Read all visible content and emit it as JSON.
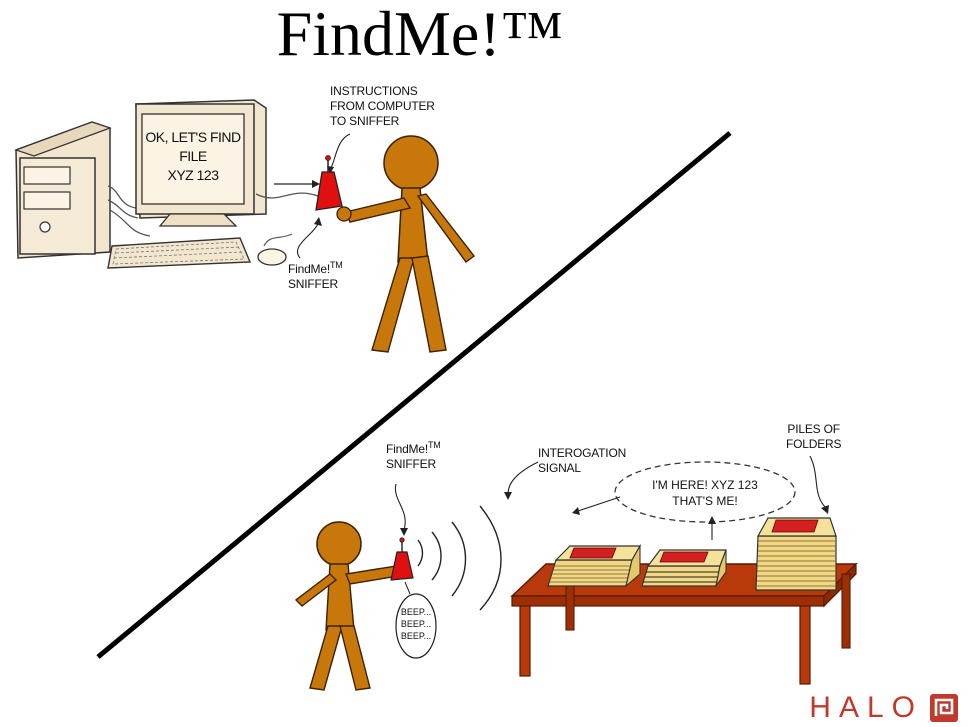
{
  "title": "FindMe!™",
  "colors": {
    "figure": "#c8780a",
    "figure_outline": "#3a2200",
    "sniffer": "#e01010",
    "table": "#b83a0a",
    "folder": "#f2d884",
    "folder_band": "#d42020",
    "monitor": "#f3e6cf",
    "logo": "#c0392b"
  },
  "top_panel": {
    "screen_line1": "OK, LET'S FIND",
    "screen_line2": "FILE",
    "screen_line3": "XYZ 123",
    "instructions_line1": "INSTRUCTIONS",
    "instructions_line2": "FROM COMPUTER",
    "instructions_line3": "TO SNIFFER",
    "sniffer_label_line1": "FindMe!",
    "sniffer_label_tm": "TM",
    "sniffer_label_line2": "SNIFFER"
  },
  "bottom_panel": {
    "sniffer_label_line1": "FindMe!",
    "sniffer_label_tm": "TM",
    "sniffer_label_line2": "SNIFFER",
    "signal_line1": "INTEROGATION",
    "signal_line2": "SIGNAL",
    "bubble_line1": "I'M HERE! XYZ 123",
    "bubble_line2": "THAT'S ME!",
    "piles_line1": "PILES OF",
    "piles_line2": "FOLDERS",
    "beep1": "BEEP...",
    "beep2": "BEEP...",
    "beep3": "BEEP..."
  },
  "logo": {
    "text": "HALO",
    "icon": "halo-spiral-icon"
  }
}
